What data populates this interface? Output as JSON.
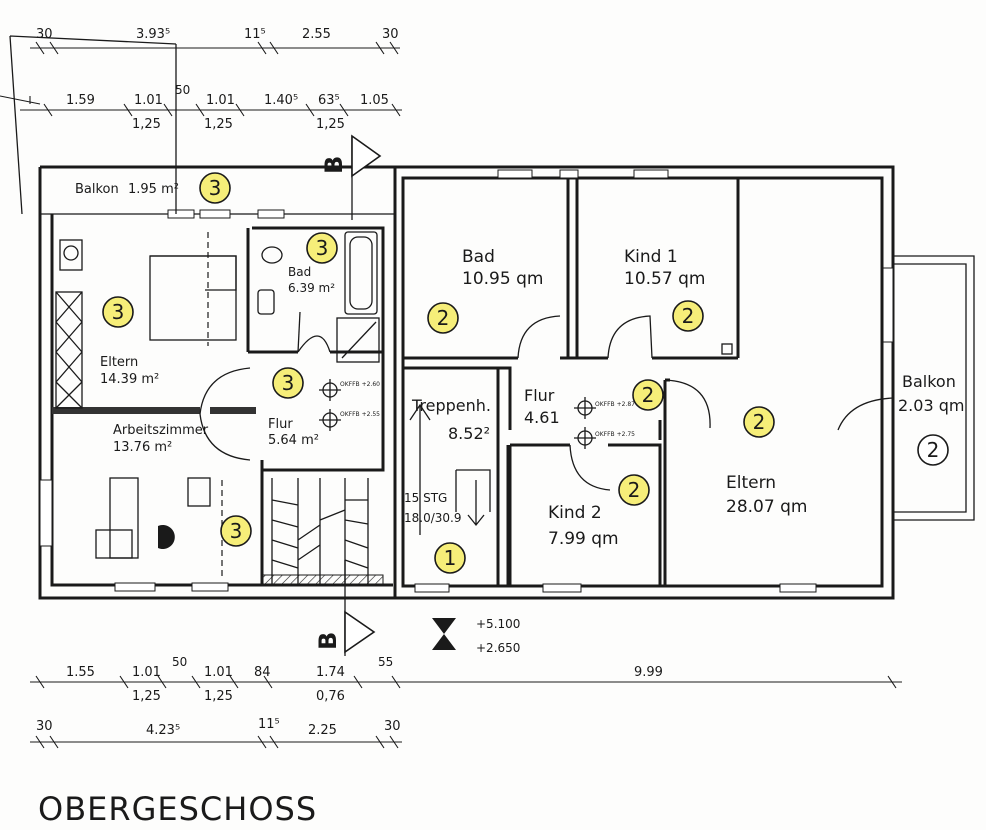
{
  "title": "OBERGESCHOSS",
  "section_marker": "B",
  "levels": {
    "upper": "+5.100",
    "lower": "+2.650"
  },
  "rooms": [
    {
      "id": "balkon-left",
      "name": "Balkon",
      "area": "1.95 m²",
      "zone": "3"
    },
    {
      "id": "bad-left",
      "name": "Bad",
      "area": "6.39 m²",
      "zone": "3"
    },
    {
      "id": "eltern-left",
      "name": "Eltern",
      "area": "14.39 m²",
      "zone": "3"
    },
    {
      "id": "flur-left",
      "name": "Flur",
      "area": "5.64 m²",
      "zone": "3"
    },
    {
      "id": "arbeitszimmer",
      "name": "Arbeitszimmer",
      "area": "13.76 m²",
      "zone": "3"
    },
    {
      "id": "bad-right",
      "name": "Bad",
      "area": "10.95 qm",
      "zone": "2"
    },
    {
      "id": "kind1",
      "name": "Kind 1",
      "area": "10.57 qm",
      "zone": "2"
    },
    {
      "id": "treppenh",
      "name": "Treppenh.",
      "area": "8.52²",
      "zone": "1"
    },
    {
      "id": "flur-right",
      "name": "Flur",
      "area": "4.61",
      "zone": "2"
    },
    {
      "id": "kind2",
      "name": "Kind  2",
      "area": "7.99 qm",
      "zone": "2"
    },
    {
      "id": "eltern-right",
      "name": "Eltern",
      "area": "28.07 qm",
      "zone": "2"
    },
    {
      "id": "balkon-right",
      "name": "Balkon",
      "area": "2.03 qm",
      "zone": "2"
    }
  ],
  "stairs": {
    "label": "15 STG",
    "ratio": "18.0/30.9"
  },
  "okffb": [
    "OKFFB +2.60",
    "OKFFB +2.55",
    "OKFFB +2.87",
    "OKFFB +2.75"
  ],
  "dims": {
    "top1": [
      "30",
      "3.93⁵",
      "11⁵",
      "2.55",
      "30"
    ],
    "top2": [
      "1.59",
      "1.01",
      "50",
      "1.01",
      "1.40⁵",
      "63⁵",
      "1.05"
    ],
    "top2_sub": [
      "1,25",
      "1,25",
      "1,25"
    ],
    "bot1": [
      "1.55",
      "1.01",
      "50",
      "1.01",
      "84",
      "1.74",
      "55",
      "9.99"
    ],
    "bot1_sub": [
      "1,25",
      "1,25",
      "0,76"
    ],
    "bot2": [
      "30",
      "4.23⁵",
      "11⁵",
      "2.25",
      "30"
    ]
  }
}
